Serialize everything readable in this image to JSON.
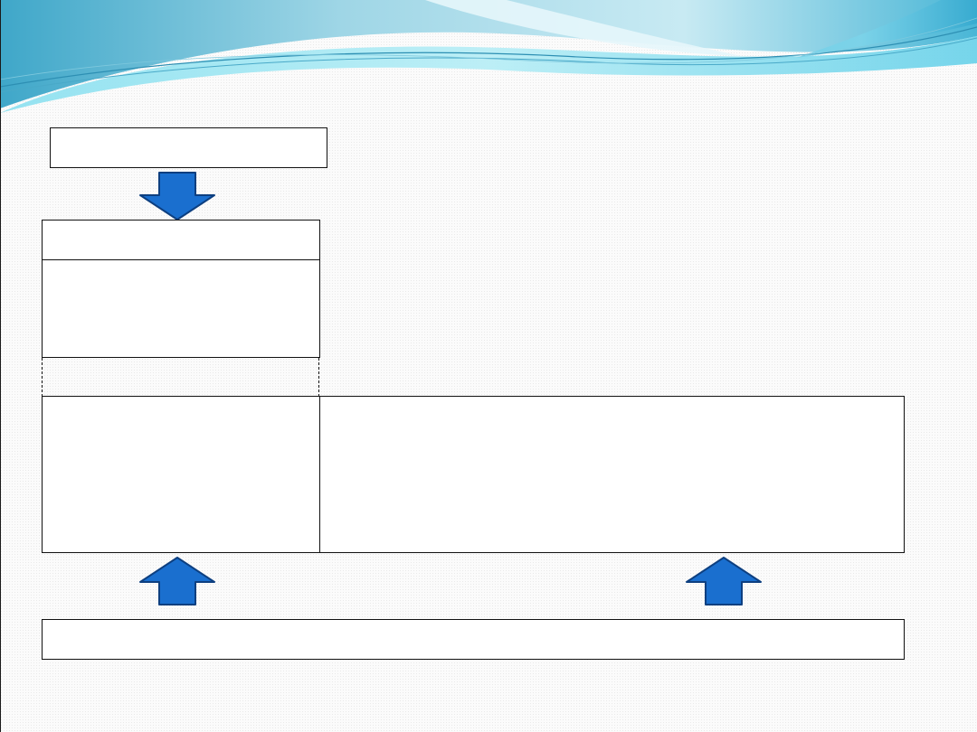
{
  "slide": {
    "accent_colors": {
      "wave_light": "#9ee3ef",
      "wave_mid": "#5cc5e0",
      "wave_dark": "#2f9ec0",
      "arrow_fill": "#1a6fcf",
      "arrow_stroke": "#0d3f80",
      "box_border": "#111111"
    },
    "top_box": {
      "text": ""
    },
    "left_header_box": {
      "text": ""
    },
    "left_body_box": {
      "text": ""
    },
    "left_lower_box": {
      "text": ""
    },
    "right_lower_box": {
      "text": ""
    },
    "bottom_box": {
      "text": ""
    },
    "arrows": [
      {
        "id": "arrow-top-down",
        "direction": "down"
      },
      {
        "id": "arrow-bottom-left-up",
        "direction": "up"
      },
      {
        "id": "arrow-bottom-right-up",
        "direction": "up"
      }
    ]
  }
}
